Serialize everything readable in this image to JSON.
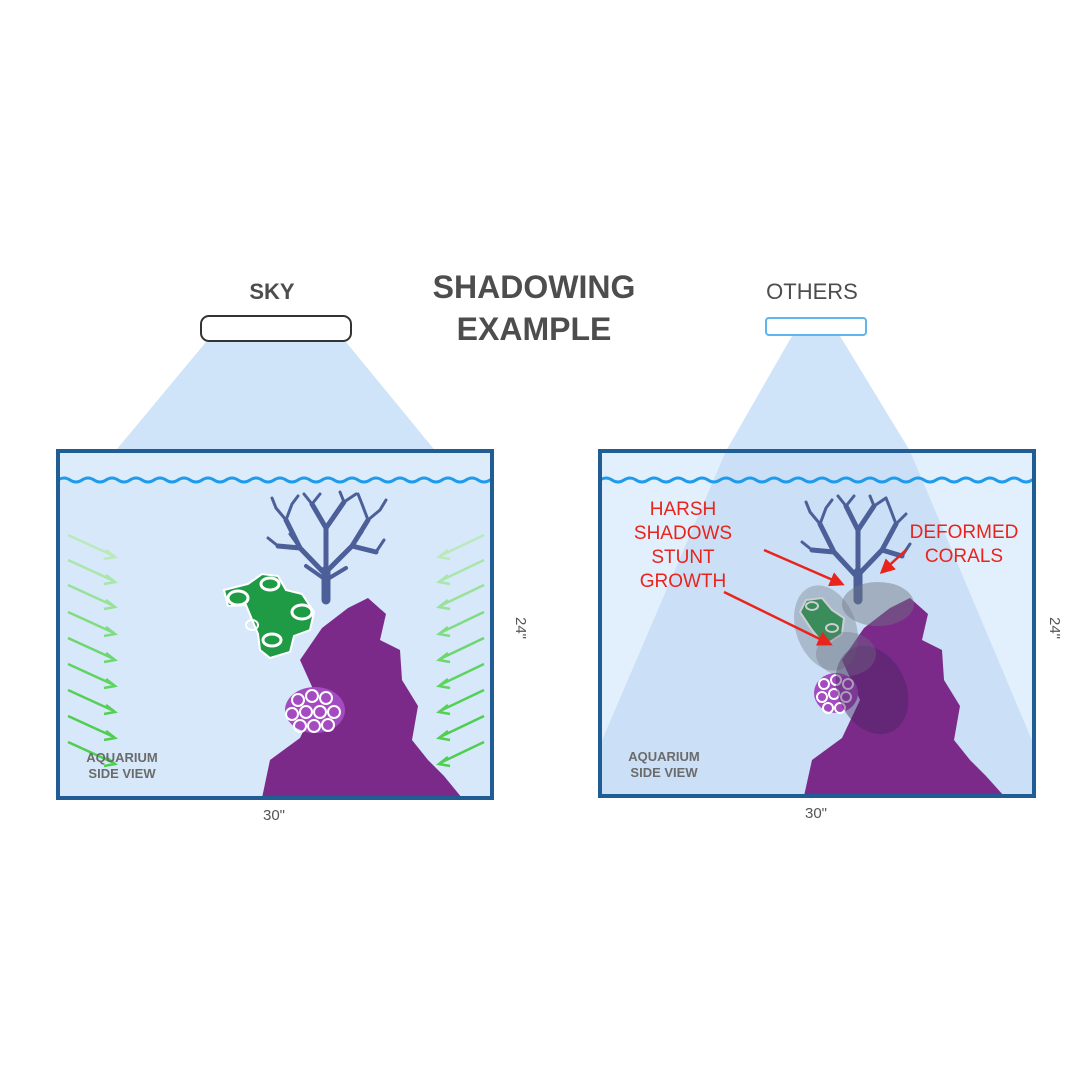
{
  "title": {
    "line1": "SHADOWING",
    "line2": "EXAMPLE"
  },
  "left_panel": {
    "label": "SKY",
    "tank_caption_line1": "AQUARIUM",
    "tank_caption_line2": "SIDE VIEW",
    "width_label": "30\"",
    "height_label": "24\""
  },
  "right_panel": {
    "label": "OTHERS",
    "tank_caption_line1": "AQUARIUM",
    "tank_caption_line2": "SIDE VIEW",
    "width_label": "30\"",
    "height_label": "24\"",
    "callout_left": [
      "HARSH",
      "SHADOWS",
      "STUNT",
      "GROWTH"
    ],
    "callout_right": [
      "DEFORMED",
      "CORALS"
    ]
  },
  "colors": {
    "tank_border": "#1f5d94",
    "water": "#dcecfb",
    "light_beam": "#cfe4f8",
    "wave": "#1e9bec",
    "rock": "#7b2a8a",
    "coral_branch": "#4c5f98",
    "coral_green": "#1f9a45",
    "coral_pink": "#a54bc1",
    "arrow_green": "#4fd24f",
    "callout_red": "#e8241c",
    "shadow": "#8a8f9a"
  }
}
